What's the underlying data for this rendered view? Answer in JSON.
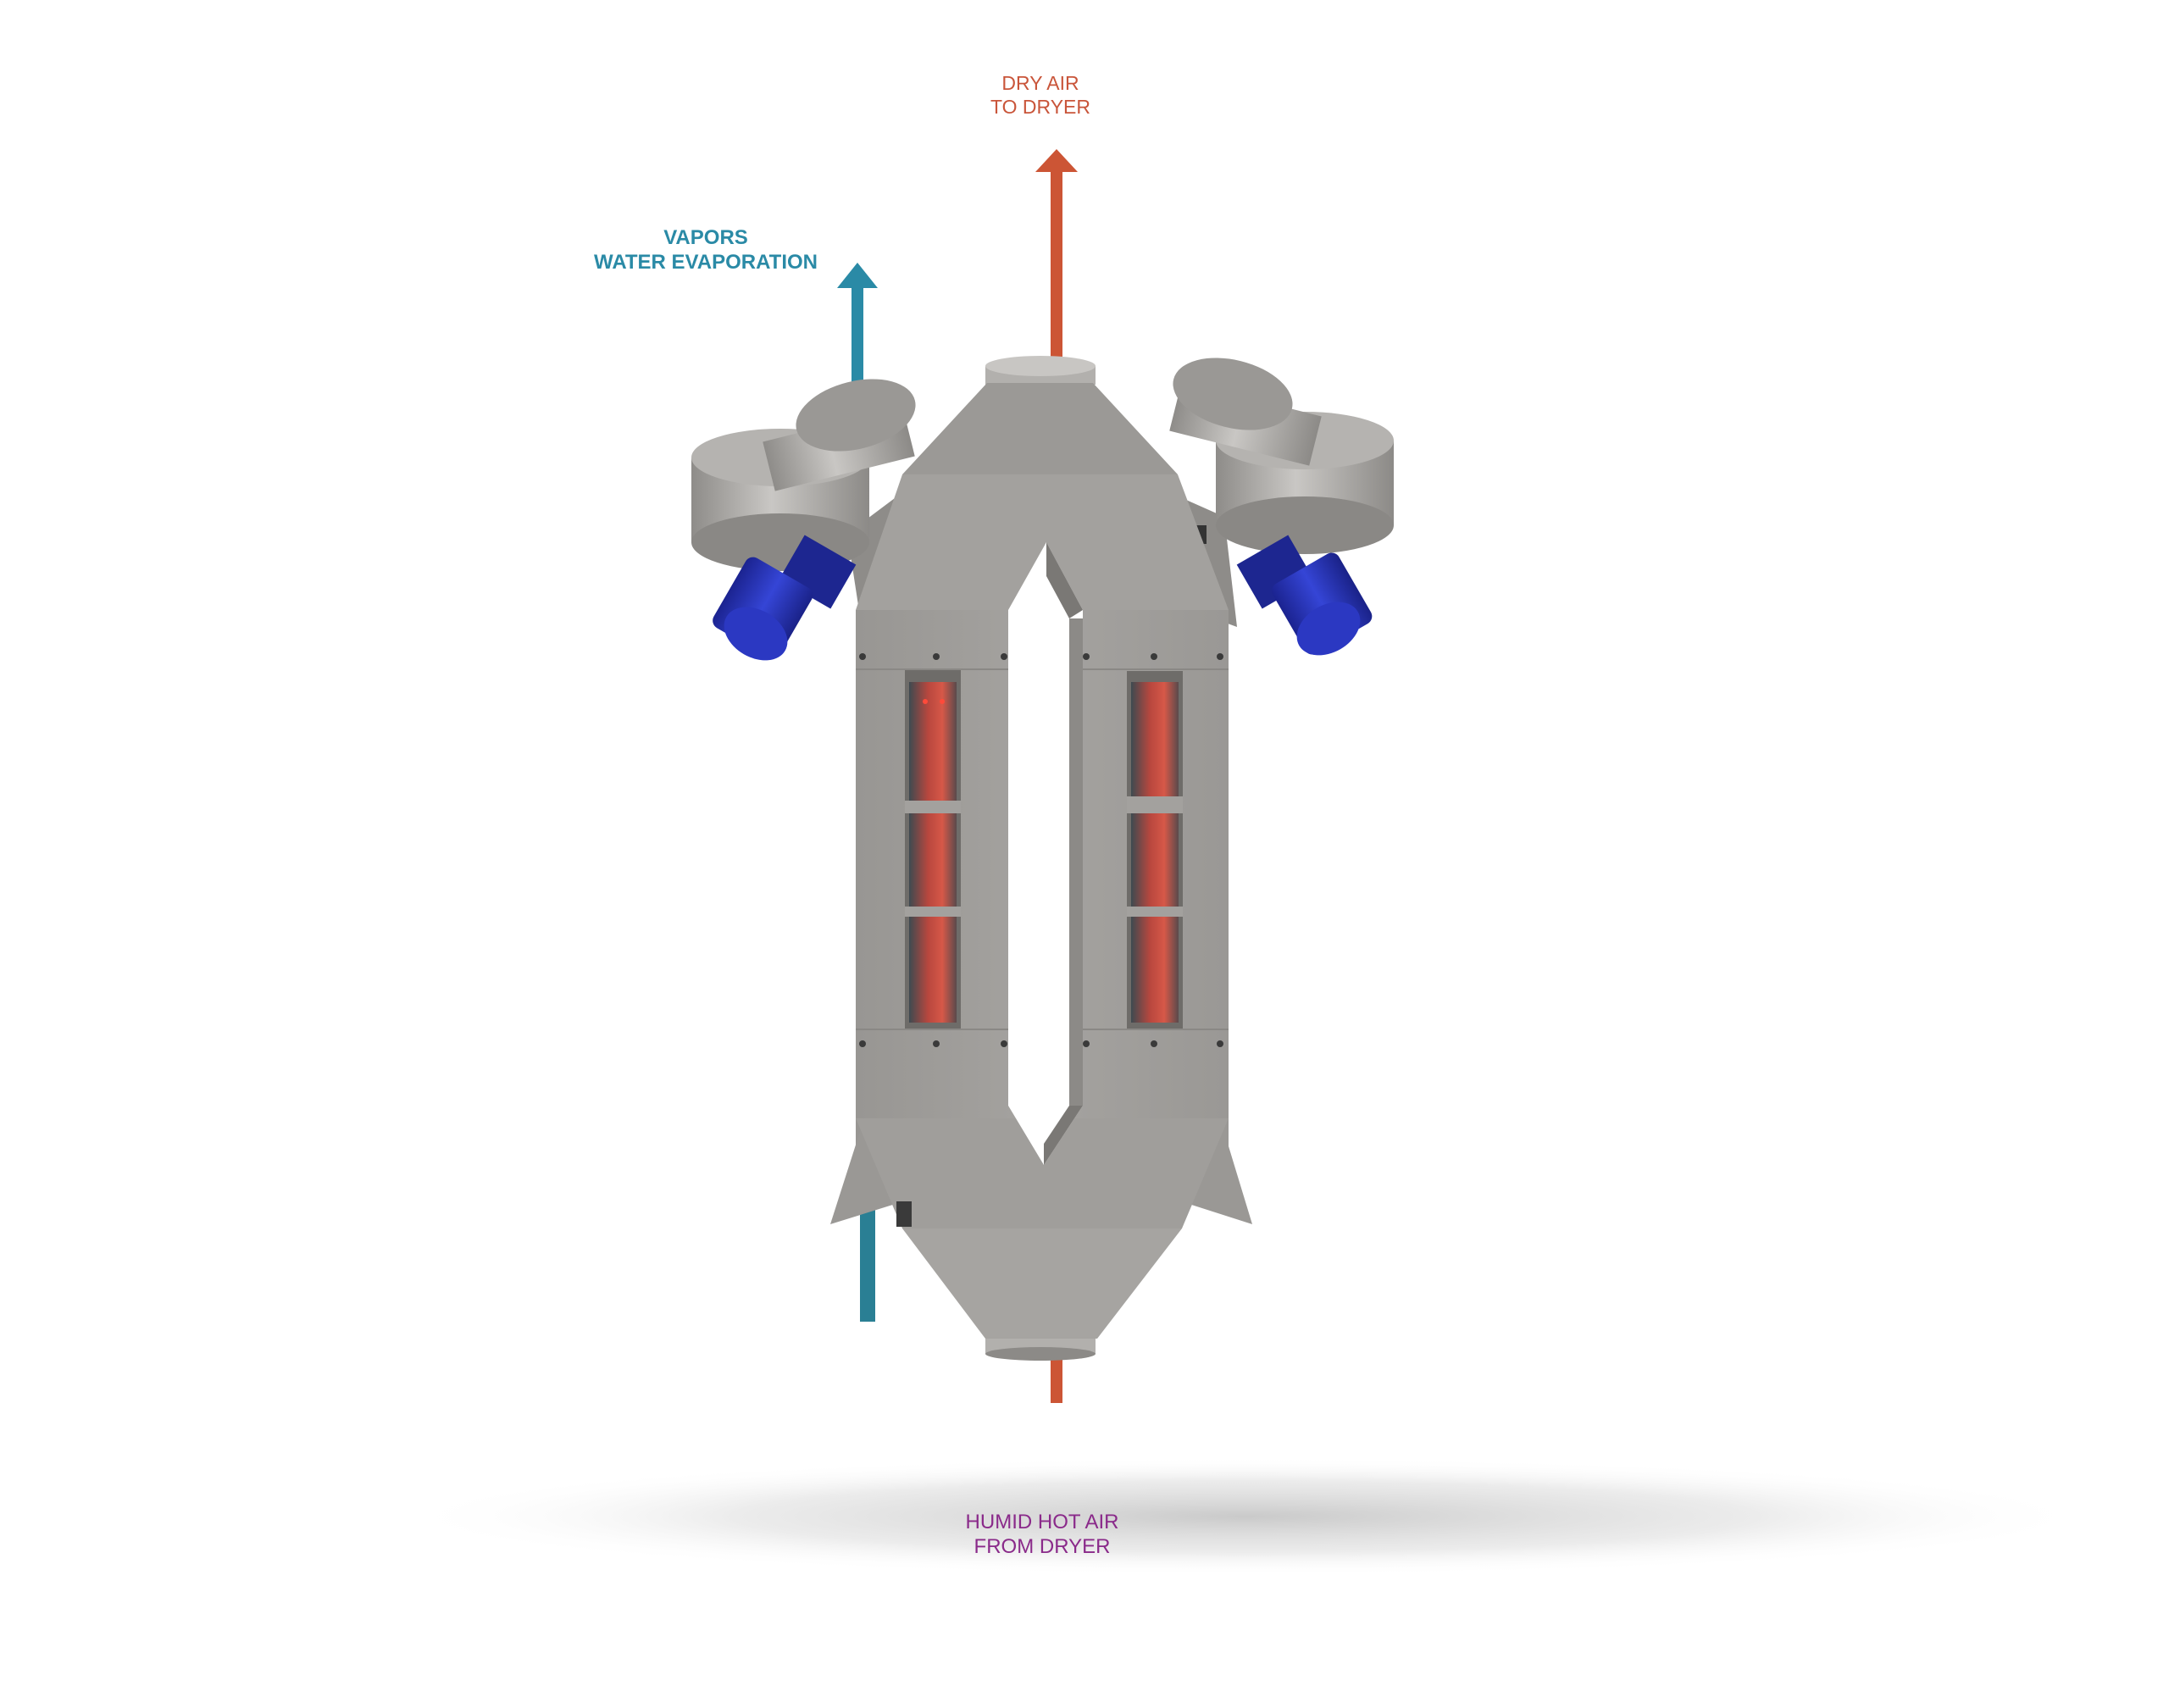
{
  "labels": {
    "dry_air": {
      "line1": "DRY AIR",
      "line2": "TO DRYER",
      "color": "#c9553a"
    },
    "vapors": {
      "line1": "VAPORS",
      "line2": "WATER EVAPORATION",
      "color": "#2a8aa6"
    },
    "humid_air": {
      "line1": "HUMID HOT AIR",
      "line2": "FROM DRYER",
      "color": "#8a2a8a"
    }
  },
  "colors": {
    "steel": "#a09e9b",
    "steel_dark": "#7f7d7a",
    "steel_light": "#c4c2bf",
    "motor_blue": "#2632b8",
    "heater_glow": "#d2493b",
    "arrow_red": "#cc5535",
    "arrow_teal": "#2a8aa6"
  }
}
